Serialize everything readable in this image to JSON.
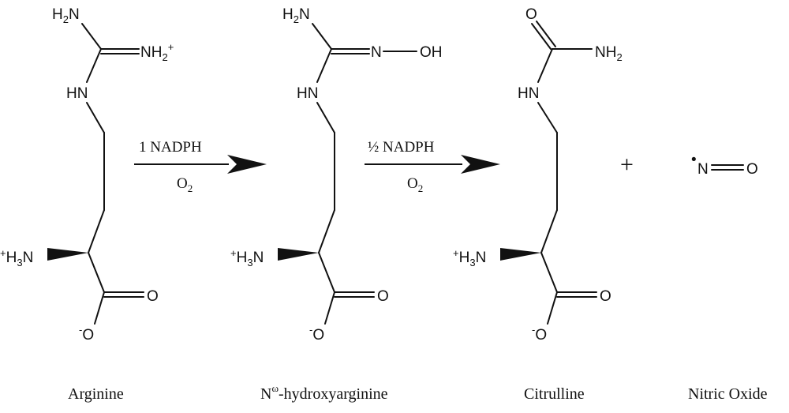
{
  "molecules": [
    {
      "name": "Arginine",
      "labels": {
        "top_amine": "H2N",
        "iminium": "NH2+",
        "hn": "HN",
        "ammonium": "+H3N",
        "carbonyl_o": "O",
        "carboxylate_o": "-O"
      }
    },
    {
      "name_main": "N",
      "name_sup": "ω",
      "name_rest": "-hydroxyarginine",
      "labels": {
        "top_amine": "H2N",
        "n": "N",
        "oh": "OH",
        "hn": "HN",
        "ammonium": "+H3N",
        "carbonyl_o": "O",
        "carboxylate_o": "-O"
      }
    },
    {
      "name": "Citrulline",
      "labels": {
        "urea_o": "O",
        "nh2": "NH2",
        "hn": "HN",
        "ammonium": "+H3N",
        "carbonyl_o": "O",
        "carboxylate_o": "-O"
      }
    },
    {
      "name": "Nitric Oxide",
      "labels": {
        "radical_dot": "•",
        "n": "N",
        "o": "O"
      }
    }
  ],
  "arrows": [
    {
      "above": "1 NADPH",
      "below": "O2"
    },
    {
      "above": "½ NADPH",
      "below": "O2"
    }
  ],
  "plus": "+"
}
